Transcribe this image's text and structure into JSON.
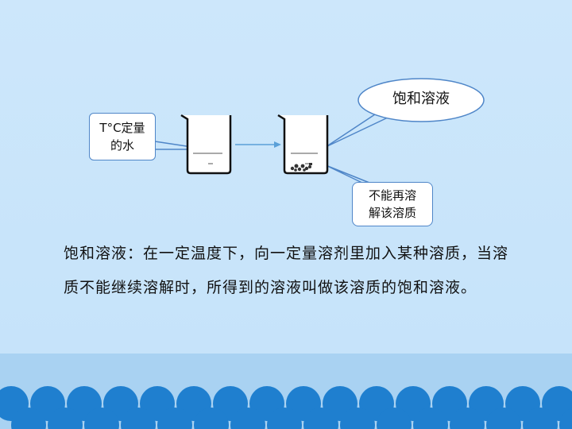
{
  "diagram": {
    "water_label": "T℃定量的水",
    "water_label_line1": "T°C定量",
    "water_label_line2": "的水",
    "saturated_label": "饱和溶液",
    "undissolved_line1": "不能再溶",
    "undissolved_line2": "解该溶质"
  },
  "definition": {
    "text": "饱和溶液：在一定温度下，向一定量溶剂里加入某种溶质，当溶质不能继续溶解时，所得到的溶液叫做该溶质的饱和溶液。"
  },
  "colors": {
    "background": "#cfe8fb",
    "band": "#a9d2f2",
    "wave": "#1f7fcf",
    "callout_border": "#4f86c8",
    "arrow": "#5aa0d8"
  }
}
